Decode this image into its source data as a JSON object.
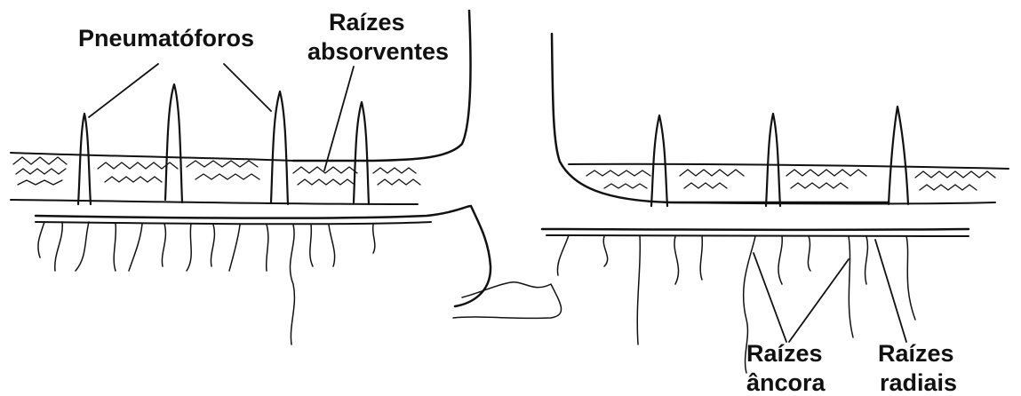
{
  "labels": {
    "pneumatophores": "Pneumatóforos",
    "absorbing_line1": "Raízes",
    "absorbing_line2": "absorventes",
    "anchor_line1": "Raízes",
    "anchor_line2": "âncora",
    "radial_line1": "Raízes",
    "radial_line2": "radiais"
  }
}
